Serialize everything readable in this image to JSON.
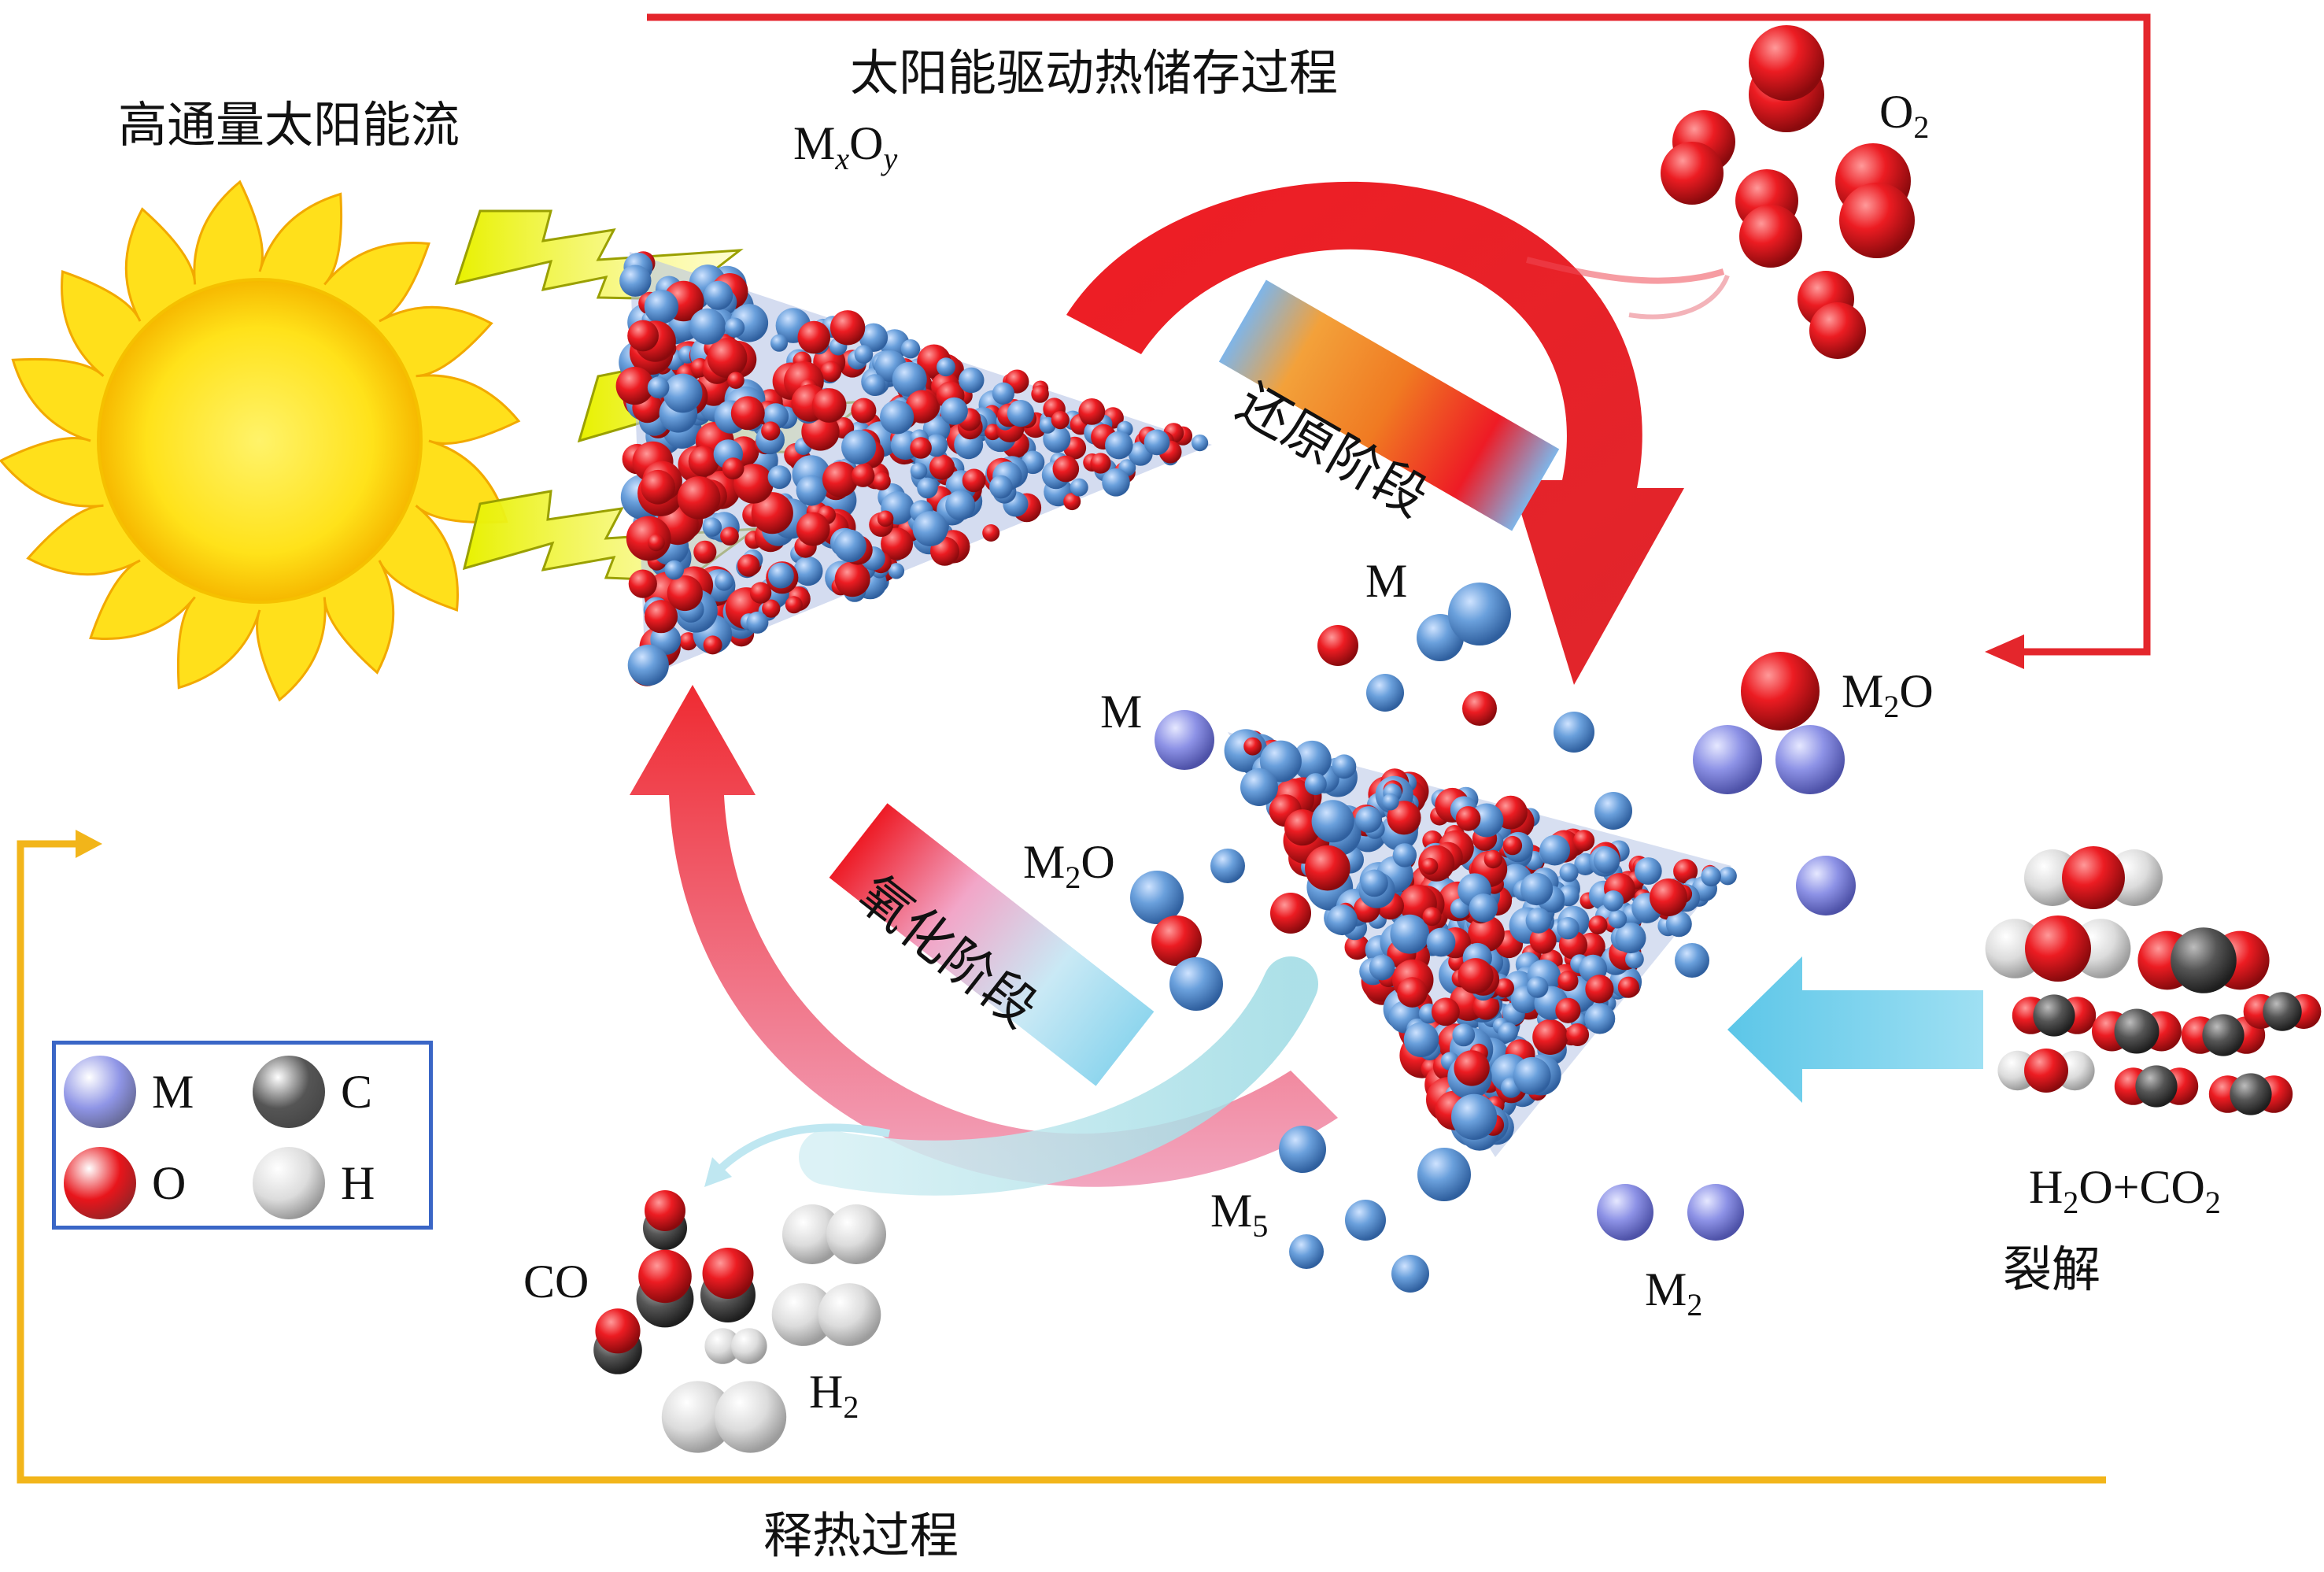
{
  "labels": {
    "high_flux": "高通量太阳能流",
    "storage_process": "太阳能驱动热储存过程",
    "release_process": "释热过程",
    "reduction_stage": "还原阶段",
    "oxidation_stage": "氧化阶段",
    "splitting": "裂解"
  },
  "species": {
    "MxOy": {
      "base": "M",
      "sub1": "x",
      "mid": "O",
      "sub2": "y"
    },
    "O2": {
      "base": "O",
      "sub": "2"
    },
    "M_top": "M",
    "M_left": "M",
    "M2O_right": {
      "base": "M",
      "sub": "2",
      "rest": "O"
    },
    "M2O_left": {
      "base": "M",
      "sub": "2",
      "rest": "O"
    },
    "M5": {
      "base": "M",
      "sub": "5"
    },
    "M2": {
      "base": "M",
      "sub": "2"
    },
    "CO": "CO",
    "H2": {
      "base": "H",
      "sub": "2"
    },
    "feed": {
      "a": "H",
      "a_sub": "2",
      "b": "O+CO",
      "b_sub": "2"
    }
  },
  "legend": [
    {
      "symbol": "M",
      "color": "#8f95e6"
    },
    {
      "symbol": "C",
      "color": "#555555"
    },
    {
      "symbol": "O",
      "color": "#e8151b"
    },
    {
      "symbol": "H",
      "color": "#dcdcdc"
    }
  ],
  "colors": {
    "red_loop": "#e4262c",
    "yellow_loop": "#f2b51a",
    "legend_border": "#3a66c6",
    "blue_atom": "#5f95d6",
    "red_atom": "#e8151b",
    "cyan_arrow": "#7fd1ec"
  }
}
